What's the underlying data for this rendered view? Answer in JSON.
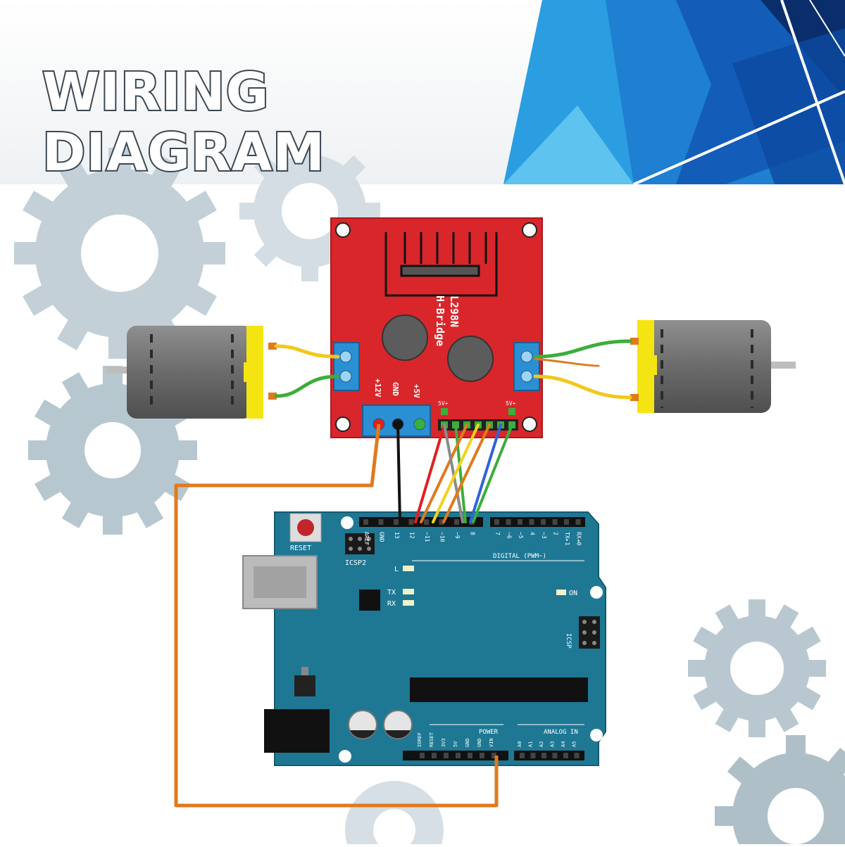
{
  "header": {
    "title": "WIRING DIAGRAM"
  },
  "driver_board": {
    "chip_label": "L298N",
    "subtitle": "H-Bridge",
    "power_labels": [
      "+12V",
      "GND",
      "+5V"
    ],
    "jumper_labels": [
      "5V+",
      "5V+"
    ]
  },
  "arduino": {
    "reset_label": "RESET",
    "icsp_label": "ICSP2",
    "icsp1_label": "ICSP",
    "led_labels": [
      "L",
      "TX",
      "RX"
    ],
    "on_label": "ON",
    "digital_label": "DIGITAL (PWM~)",
    "power_label": "POWER",
    "analog_label": "ANALOG IN",
    "digital_pins": [
      "AREF",
      "GND",
      "13",
      "12",
      "~11",
      "~10",
      "~9",
      "8",
      "7",
      "~6",
      "~5",
      "4",
      "~3",
      "2",
      "TX▸1",
      "RX◂0"
    ],
    "power_pins": [
      "IOREF",
      "RESET",
      "3V3",
      "5V",
      "GND",
      "GND",
      "VIN"
    ],
    "analog_pins": [
      "A0",
      "A1",
      "A2",
      "A3",
      "A4",
      "A5"
    ]
  },
  "colors": {
    "banner_blue": "#1f7fd0",
    "board_red": "#d9262b",
    "arduino_teal": "#1e7894",
    "gear_gray": "#b8c6cf",
    "wire_orange": "#e07a1d",
    "wire_black": "#111111",
    "wire_red": "#e02020",
    "wire_yellow": "#f2d21a",
    "wire_green": "#3cae3a",
    "wire_gray": "#8a8a8a",
    "wire_blue": "#2f64d6",
    "motor_yellow": "#f4e512"
  },
  "icons": [
    "gear-icon",
    "dc-motor-icon",
    "terminal-block-icon",
    "heatsink-icon",
    "capacitor-icon"
  ]
}
